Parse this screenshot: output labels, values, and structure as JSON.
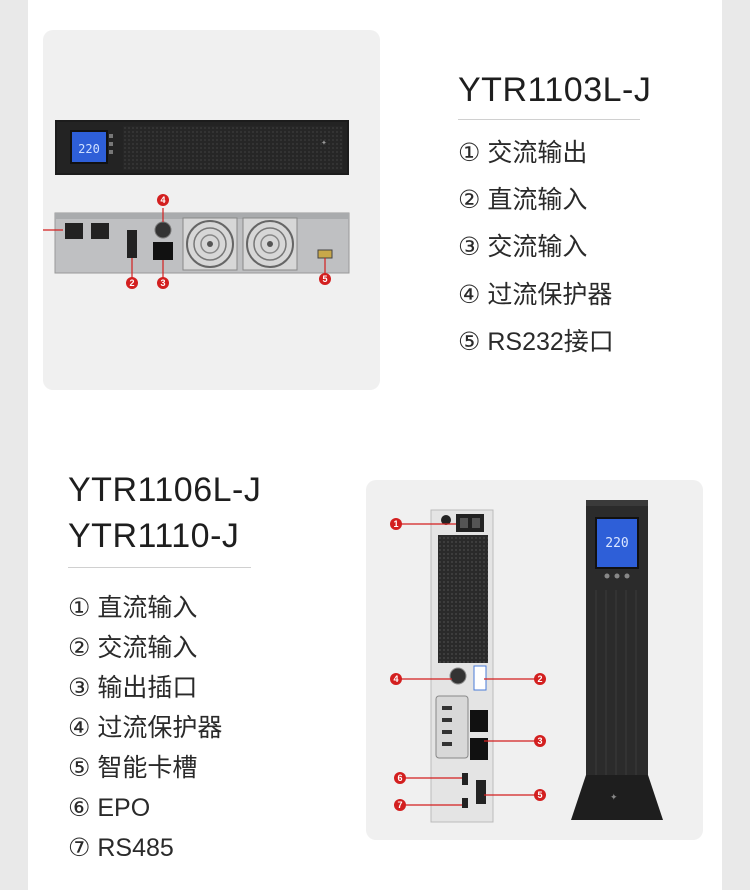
{
  "section1": {
    "model": "YTR1103L-J",
    "specs": [
      "① 交流输出",
      "② 直流输入",
      "③ 交流输入",
      "④ 过流保护器",
      "⑤ RS232接口"
    ],
    "lcd_value": "220",
    "markers": [
      "2",
      "3",
      "4",
      "5"
    ]
  },
  "section2": {
    "model_lines": [
      "YTR1106L-J",
      "YTR1110-J"
    ],
    "specs": [
      "① 直流输入",
      "② 交流输入",
      "③ 输出插口",
      "④ 过流保护器",
      "⑤ 智能卡槽",
      "⑥ EPO",
      "⑦ RS485"
    ],
    "lcd_value": "220",
    "markers": [
      "1",
      "2",
      "3",
      "4",
      "5",
      "6",
      "7"
    ]
  },
  "colors": {
    "accent_red": "#d31f1f",
    "lcd_blue": "#2e5fd8",
    "device_dark": "#262626"
  }
}
